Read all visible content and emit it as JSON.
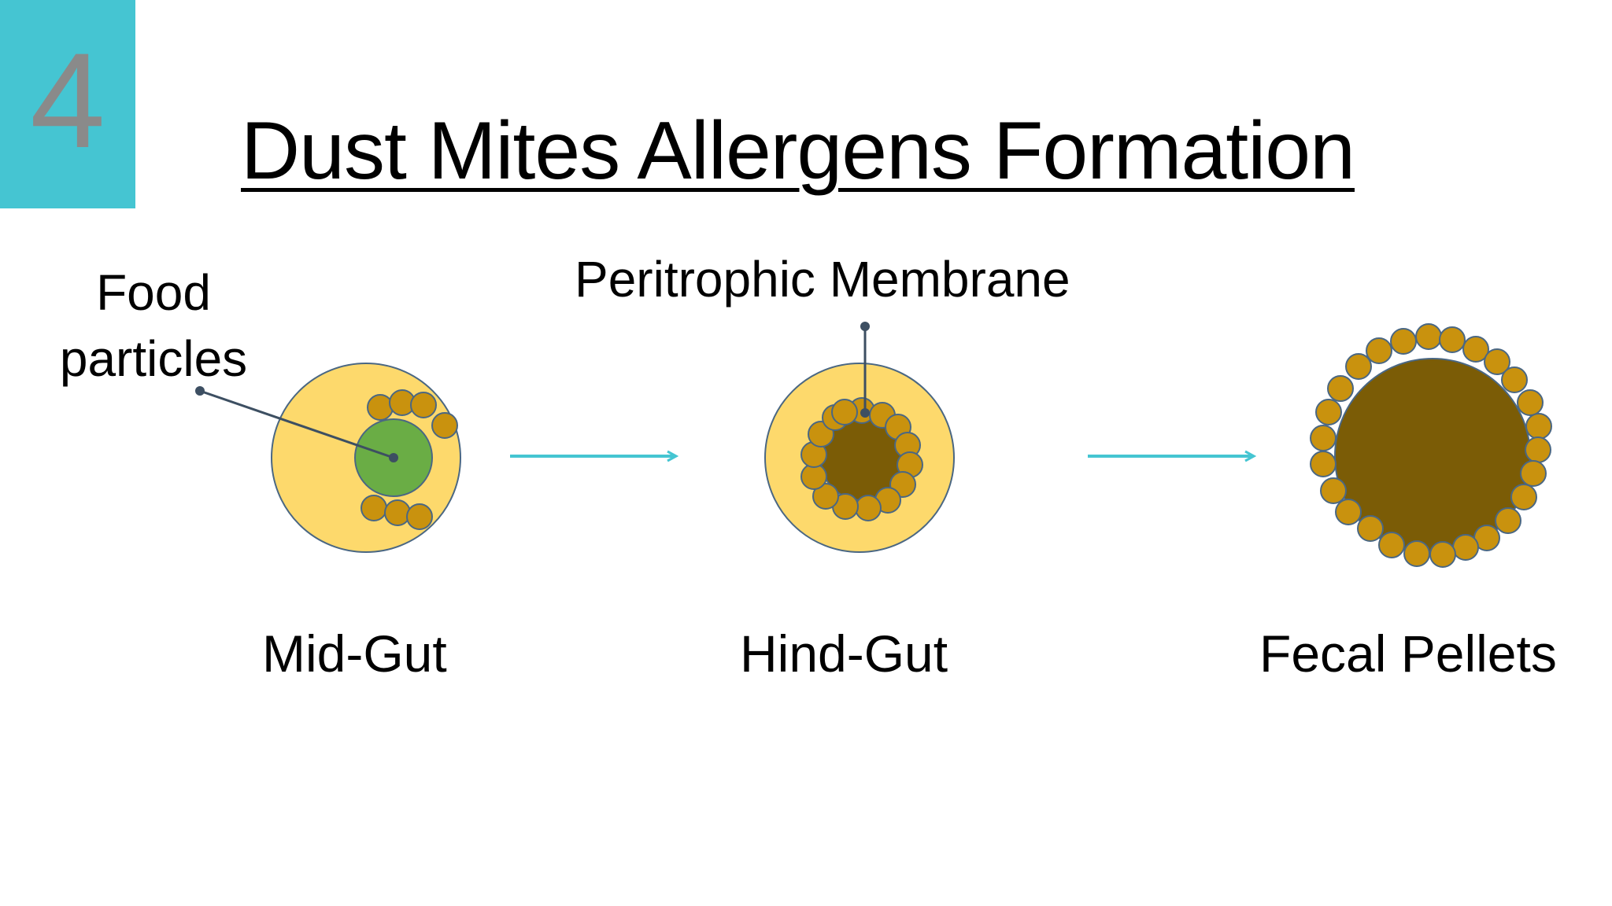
{
  "slide": {
    "number": "4",
    "title": "Dust Mites Allergens Formation"
  },
  "labels": {
    "food_line1": "Food",
    "food_line2": "particles",
    "membrane": "Peritrophic Membrane"
  },
  "stages": {
    "mid_gut": "Mid-Gut",
    "hind_gut": "Hind-Gut",
    "fecal_pellets": "Fecal Pellets"
  },
  "colors": {
    "accent": "#45c5d2",
    "gut_fill": "#fdd96c",
    "food_fill": "#6aad45",
    "particle_fill": "#c9920e",
    "pellet_core": "#7b5c06",
    "outline": "#4a6783",
    "arrow": "#45c5d2"
  }
}
